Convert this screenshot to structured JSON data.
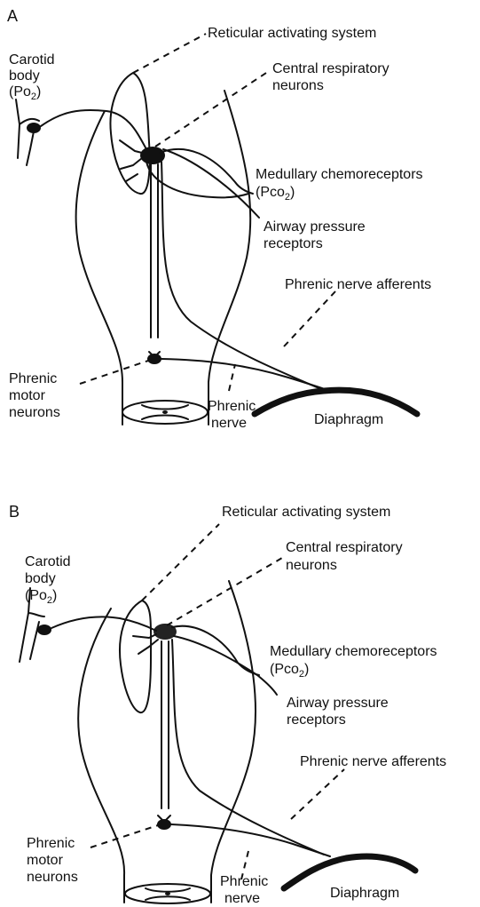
{
  "panels": [
    {
      "letter": "A",
      "labels": {
        "carotid_1": "Carotid",
        "carotid_2": "body",
        "carotid_3": "(Po",
        "carotid_sub": "2",
        "carotid_close": ")",
        "reticular": "Reticular activating system",
        "central_1": "Central respiratory",
        "central_2": "neurons",
        "medullary_1": "Medullary chemoreceptors",
        "medullary_2": "(Pco",
        "medullary_sub": "2",
        "medullary_close": ")",
        "airway_1": "Airway pressure",
        "airway_2": "receptors",
        "afferents": "Phrenic nerve afferents",
        "motor_1": "Phrenic",
        "motor_2": "motor",
        "motor_3": "neurons",
        "nerve_1": "Phrenic",
        "nerve_2": "nerve",
        "diaphragm": "Diaphragm"
      }
    },
    {
      "letter": "B",
      "labels": {
        "carotid_1": "Carotid",
        "carotid_2": "body",
        "carotid_3": "(Po",
        "carotid_sub": "2",
        "carotid_close": ")",
        "reticular": "Reticular activating system",
        "central_1": "Central respiratory",
        "central_2": "neurons",
        "medullary_1": "Medullary chemoreceptors",
        "medullary_2": "(Pco",
        "medullary_sub": "2",
        "medullary_close": ")",
        "airway_1": "Airway pressure",
        "airway_2": "receptors",
        "afferents": "Phrenic nerve afferents",
        "motor_1": "Phrenic",
        "motor_2": "motor",
        "motor_3": "neurons",
        "nerve_1": "Phrenic",
        "nerve_2": "nerve",
        "diaphragm": "Diaphragm"
      }
    }
  ]
}
